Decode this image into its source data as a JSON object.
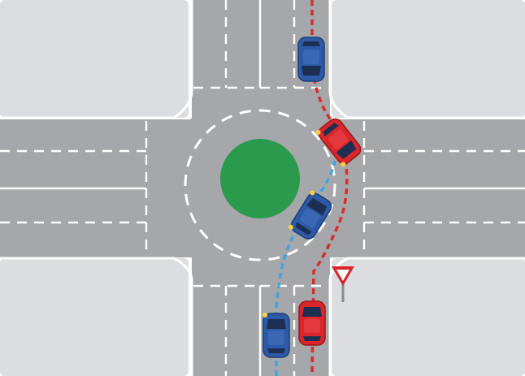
{
  "colors": {
    "background": "#ffffff",
    "grass_corner": "#dcdde1",
    "road": "#a6a7aa",
    "road_edge": "#ffffff",
    "lane_marking": "#ffffff",
    "island": "#2a9a4c",
    "red_car": "#d8262a",
    "blue_car": "#2d5aa6",
    "red_path": "#d32f2f",
    "blue_path": "#3fa4e0",
    "give_way_border": "#d8262a",
    "give_way_fill": "#ffffff",
    "pole": "#8c8c8c",
    "windshield": "#1d2f52",
    "indicator": "#f4d23c"
  },
  "icons": {
    "island": "roundabout-island-icon",
    "give_way": "give-way-sign-icon",
    "car": "car-icon"
  },
  "vehicles": [
    {
      "name": "blue-car-north-entry",
      "color": "blue_car",
      "indicator": "none"
    },
    {
      "name": "red-car-in-roundabout",
      "color": "red_car",
      "indicator": "left"
    },
    {
      "name": "blue-car-in-roundabout",
      "color": "blue_car",
      "indicator": "left"
    },
    {
      "name": "red-car-south-approach",
      "color": "red_car",
      "indicator": "none"
    },
    {
      "name": "blue-car-south-approach",
      "color": "blue_car",
      "indicator": "left"
    }
  ],
  "paths": [
    {
      "name": "red-path",
      "color": "red_path",
      "style": "dashed"
    },
    {
      "name": "blue-path",
      "color": "blue_path",
      "style": "dashed"
    }
  ]
}
